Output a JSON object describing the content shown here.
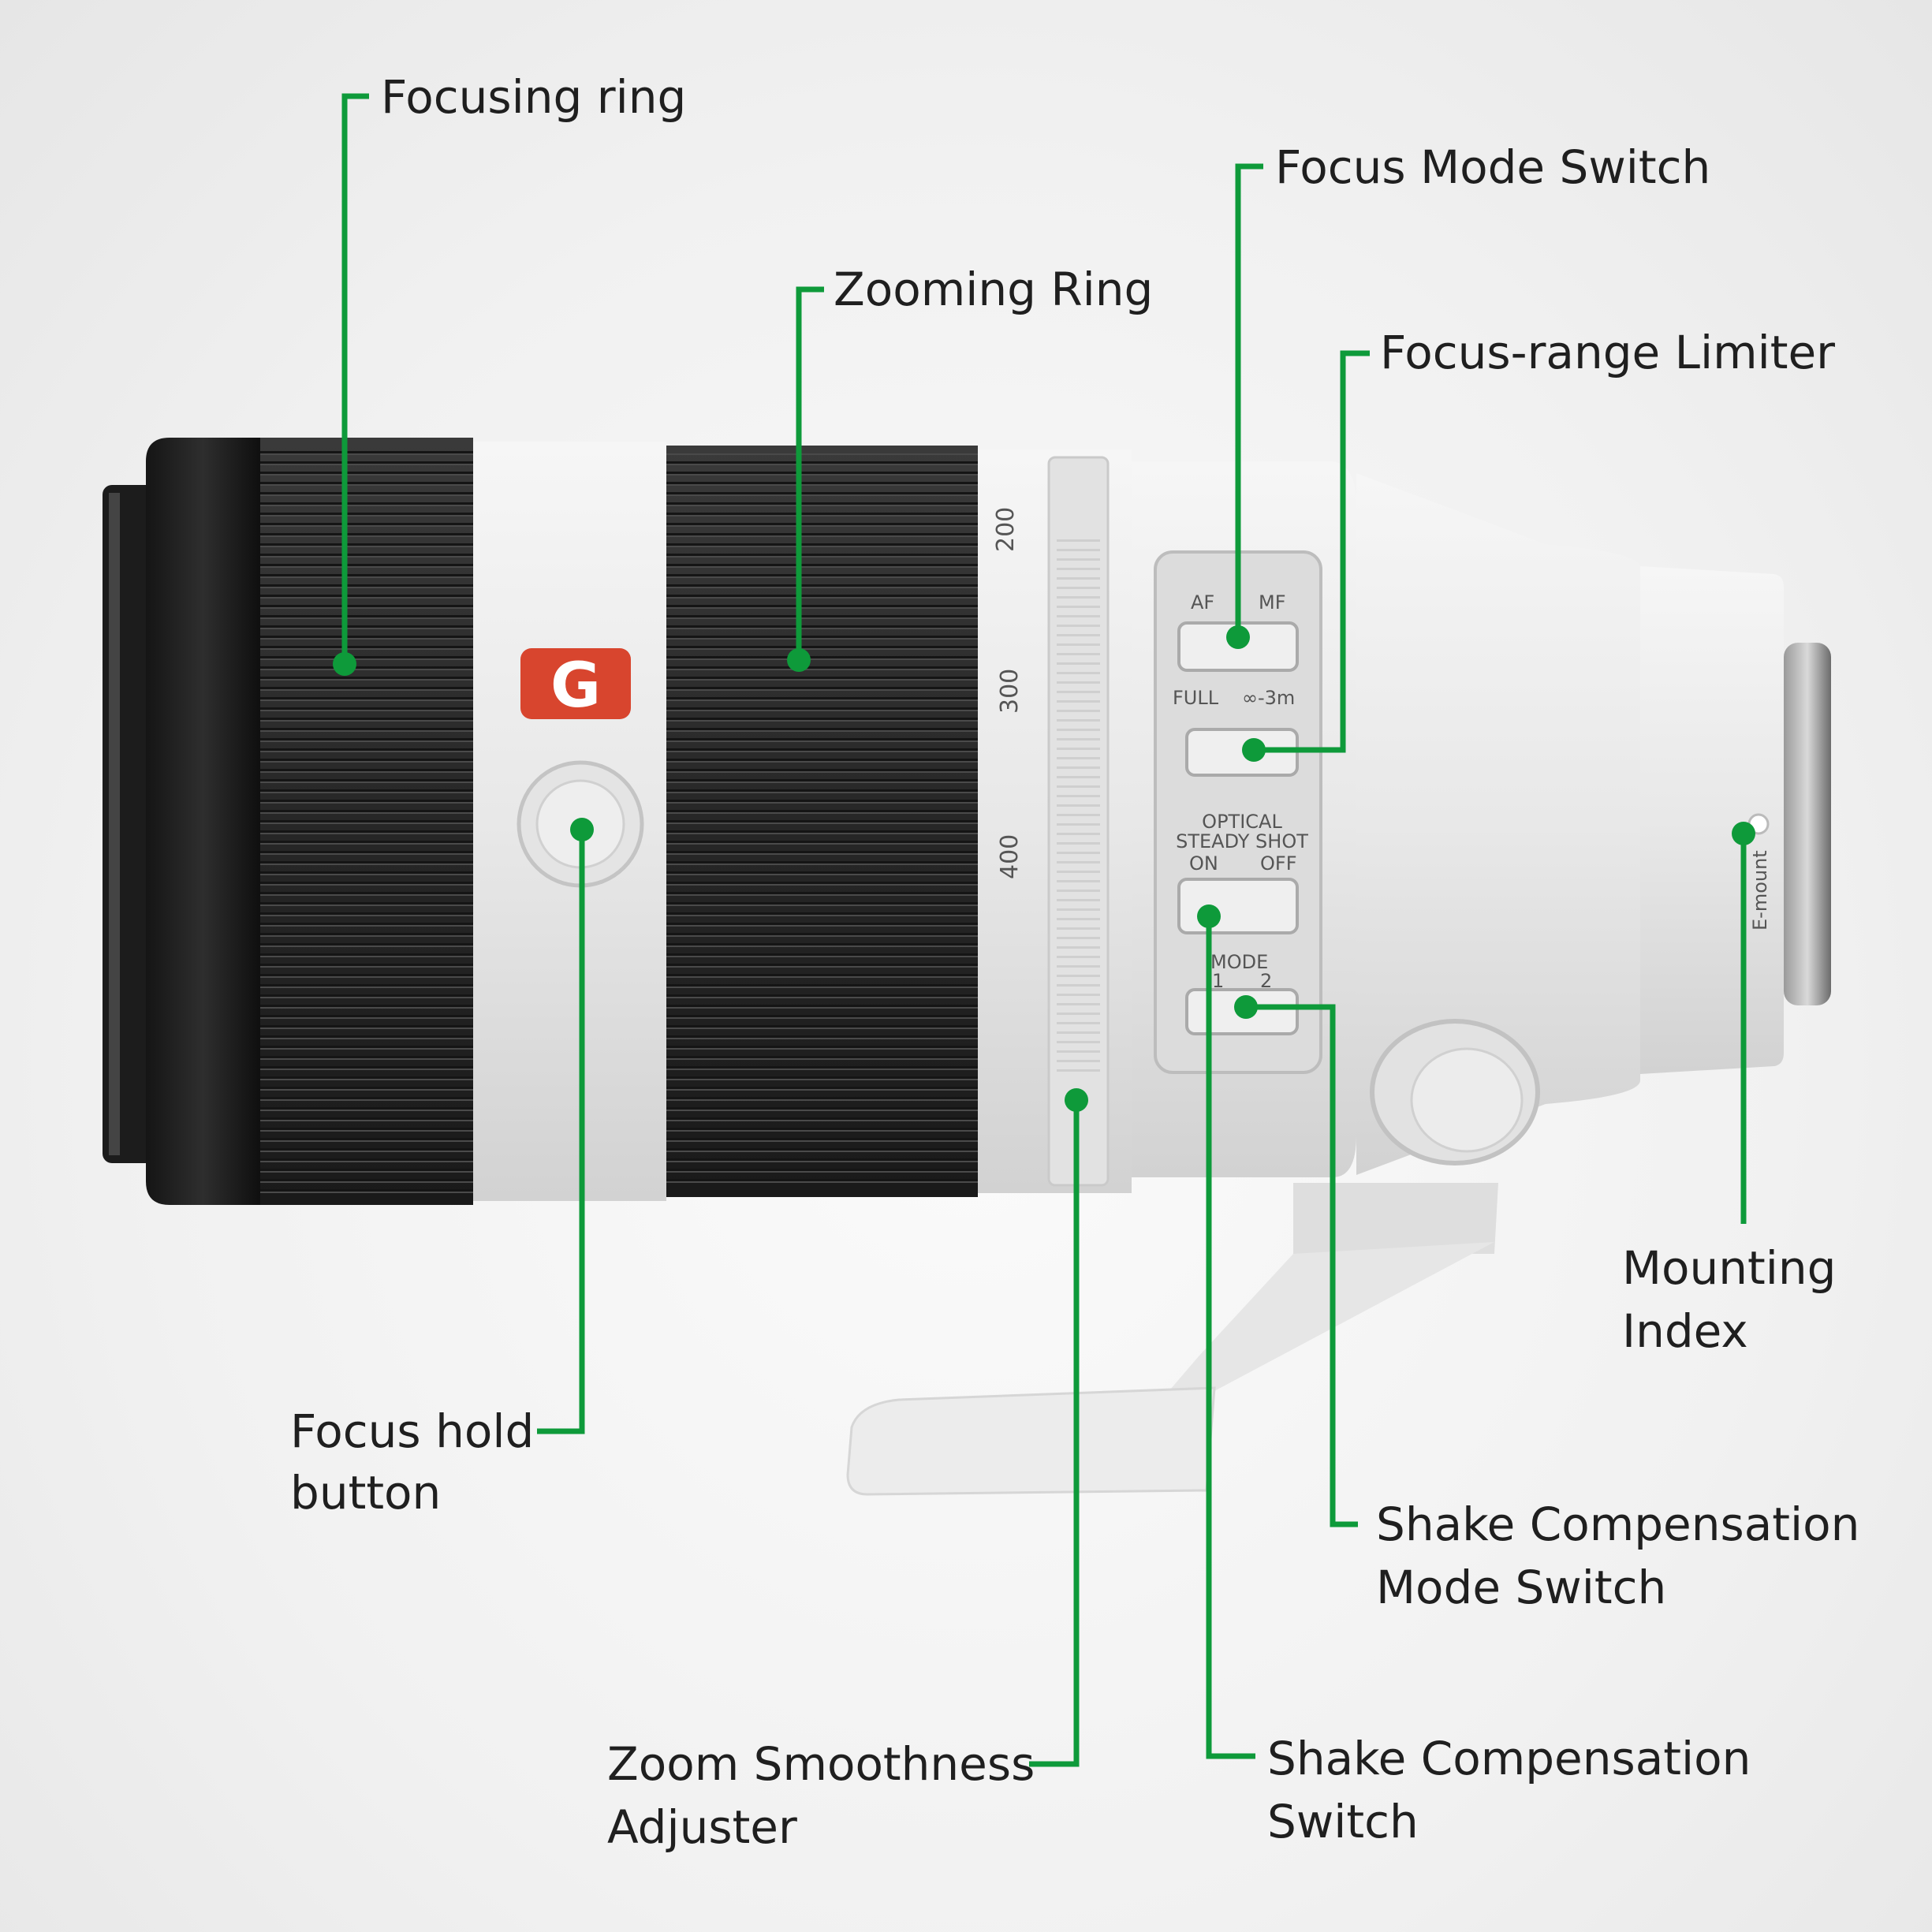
{
  "labels": {
    "focusing_ring": "Focusing ring",
    "focus_mode_switch": "Focus Mode Switch",
    "zooming_ring": "Zooming Ring",
    "focus_range_limiter": "Focus-range Limiter",
    "mounting_index": [
      "Mounting",
      "Index"
    ],
    "focus_hold_button": [
      "Focus hold",
      "button"
    ],
    "shake_comp_mode_switch": [
      "Shake Compensation",
      "Mode Switch"
    ],
    "zoom_smoothness_adjuster": [
      "Zoom Smoothness",
      "Adjuster"
    ],
    "shake_comp_switch": [
      "Shake Compensation",
      "Switch"
    ]
  },
  "lens_markings": {
    "brand_badge": "G",
    "zoom_scale": [
      "200",
      "300",
      "400"
    ],
    "af_mf": [
      "AF",
      "MF"
    ],
    "range": [
      "FULL",
      "∞-3m"
    ],
    "oss": [
      "OPTICAL",
      "STEADY SHOT",
      "ON",
      "OFF"
    ],
    "mode": [
      "MODE",
      "1",
      "2"
    ],
    "mount_text": "E-mount"
  },
  "colors": {
    "leader": "#0e9a3a",
    "badge": "#d8452e",
    "barrel": "#e9e9e9",
    "rubber": "#2a2a2a"
  }
}
